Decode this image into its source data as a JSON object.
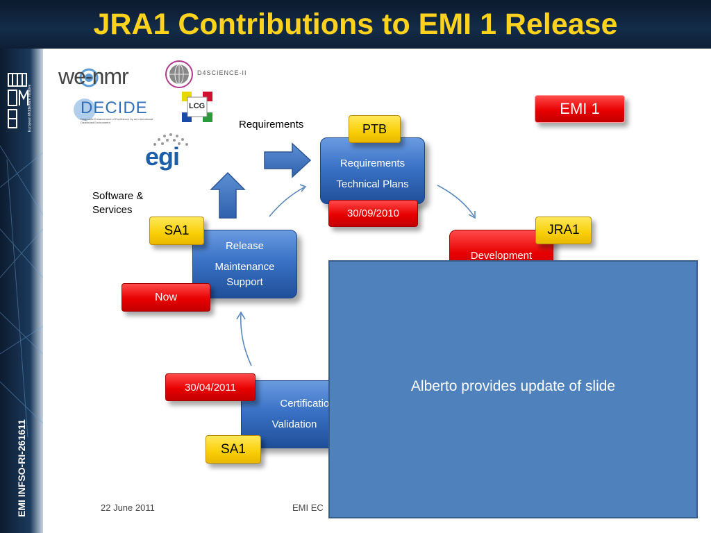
{
  "slide": {
    "title": "JRA1 Contributions to EMI 1 Release",
    "footer_date": "22 June 2011",
    "footer_center": "EMI EC",
    "vertical_id": "EMI INFSO-RI-261611",
    "sidebar_logo_text": "European Middleware Initiative"
  },
  "logos": {
    "wenmr": "we-nmr",
    "d4science": "D4SCIENCE-II",
    "decide": "DECIDE",
    "decide_sub": "Diagnostic Enhancement of Confidence by an International Distributed Environment",
    "lcg": "LCG",
    "egi": "egi"
  },
  "labels": {
    "requirements_note": "Requirements",
    "software_services_line1": "Software &",
    "software_services_line2": "Services"
  },
  "badges": {
    "emi1": "EMI 1",
    "ptb": "PTB",
    "sa1_top": "SA1",
    "jra1": "JRA1",
    "sa1_bottom": "SA1"
  },
  "dates": {
    "requirements": "30/09/2010",
    "release": "Now",
    "certification": "30/04/2011"
  },
  "cycle": {
    "requirements_line1": "Requirements",
    "requirements_line2": "Technical Plans",
    "release_line1": "Release",
    "release_line2": "Maintenance",
    "release_line3": "Support",
    "development_line1": "Development",
    "certification_line1": "Certification",
    "certification_line2": "Validation"
  },
  "overlay": {
    "text": "Alberto provides update of slide"
  },
  "colors": {
    "title_text": "#ffd21e",
    "title_bg": "#0b1a2e",
    "box_blue": "#3a72c6",
    "box_red": "#e80000",
    "badge_yellow": "#f9cf06",
    "overlay_fill": "#4f81bd",
    "overlay_border": "#385d8a"
  }
}
